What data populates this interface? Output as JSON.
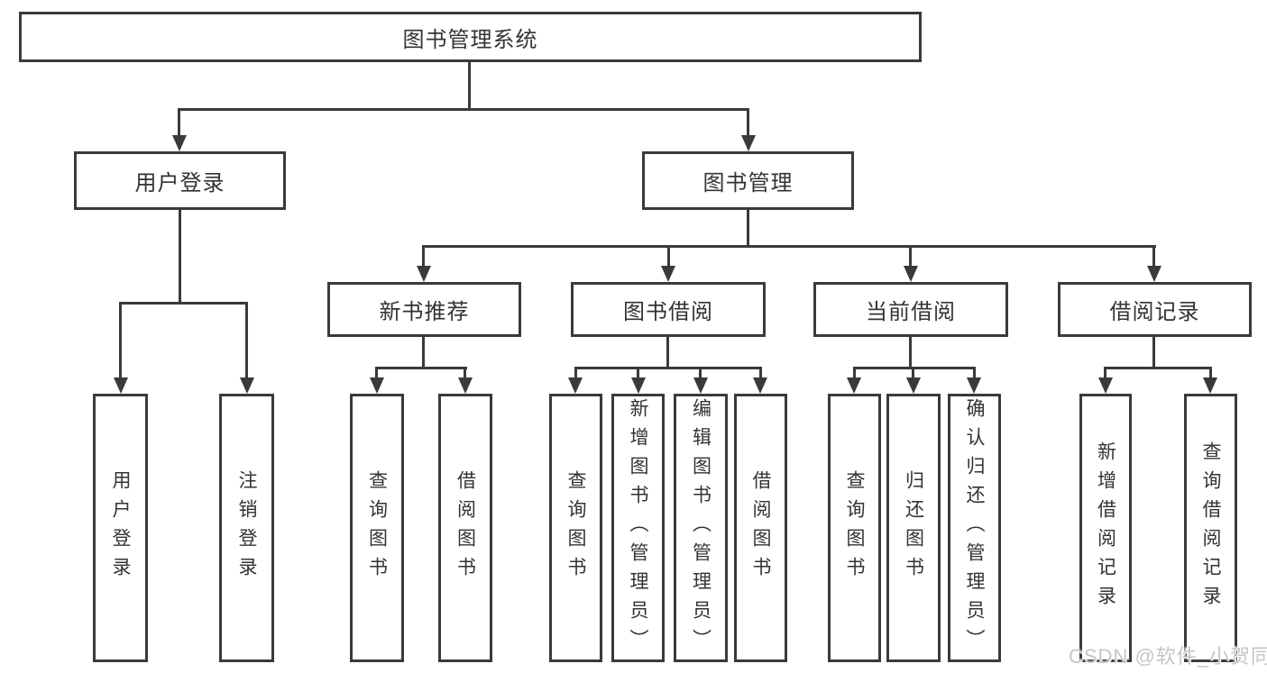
{
  "tree": {
    "root": "图书管理系统",
    "children": [
      {
        "label": "用户登录",
        "children": [
          {
            "label": "用户登录"
          },
          {
            "label": "注销登录"
          }
        ]
      },
      {
        "label": "图书管理",
        "children": [
          {
            "label": "新书推荐",
            "children": [
              {
                "label": "查询图书"
              },
              {
                "label": "借阅图书"
              }
            ]
          },
          {
            "label": "图书借阅",
            "children": [
              {
                "label": "查询图书"
              },
              {
                "label": "新增图书（管理员）"
              },
              {
                "label": "编辑图书（管理员）"
              },
              {
                "label": "借阅图书"
              }
            ]
          },
          {
            "label": "当前借阅",
            "children": [
              {
                "label": "查询图书"
              },
              {
                "label": "归还图书"
              },
              {
                "label": "确认归还（管理员）"
              }
            ]
          },
          {
            "label": "借阅记录",
            "children": [
              {
                "label": "新增借阅记录"
              },
              {
                "label": "查询借阅记录"
              }
            ]
          }
        ]
      }
    ]
  },
  "watermark": "CSDN @软件_小贺同学",
  "colors": {
    "line": "#3a3a3a",
    "text": "#333333",
    "background": "#ffffff",
    "watermark": "#c6c6c6"
  }
}
